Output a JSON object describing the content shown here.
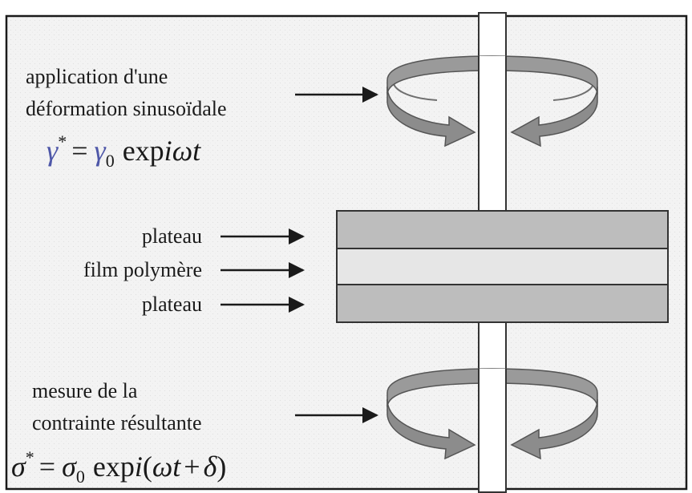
{
  "labels": {
    "top_line1": "application d'une",
    "top_line2": "déformation sinusoïdale",
    "bottom_line1": "mesure de la",
    "bottom_line2": "contrainte résultante",
    "plate_top": "plateau",
    "film": "film polymère",
    "plate_bottom": "plateau"
  },
  "equations": {
    "strain": {
      "gamma": "γ",
      "star": "*",
      "equals": "=",
      "gamma0": "γ",
      "sub0": "0",
      "exp": "exp",
      "i": "i",
      "omega": "ω",
      "t": "t"
    },
    "stress": {
      "sigma": "σ",
      "star": "*",
      "equals": "=",
      "sigma0": "σ",
      "sub0": "0",
      "exp": "exp",
      "i": "i",
      "open": "(",
      "omega": "ω",
      "t": "t",
      "plus": "+",
      "delta": "δ",
      "close": ")"
    }
  },
  "colors": {
    "background": "#f2f2f2",
    "frame": "#1a1a1a",
    "plate": "#bdbdbd",
    "film": "#e6e6e6",
    "shaft": "#ffffff",
    "rotation_arrow": "#8f8f8f",
    "equation_accent": "#4e57a8"
  }
}
